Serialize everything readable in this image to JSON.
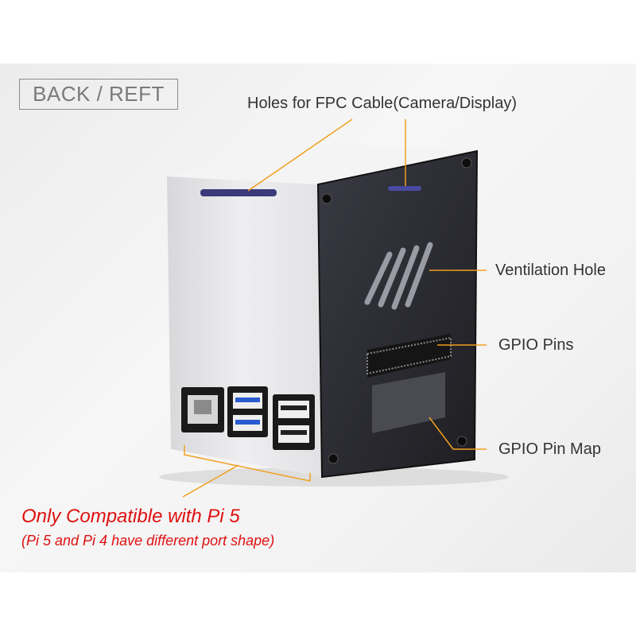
{
  "badge": "BACK / REFT",
  "labels": {
    "fpc_holes": "Holes for FPC Cable(Camera/Display)",
    "ventilation": "Ventilation Hole",
    "gpio_pins": "GPIO Pins",
    "gpio_pin_map": "GPIO Pin Map"
  },
  "notice": {
    "line1": "Only Compatible with Pi 5",
    "line2": "(Pi 5 and Pi 4 have different port shape)"
  },
  "colors": {
    "annotation_line": "#f0a020",
    "notice_text": "#e01010",
    "case_silver": "#e4e4e6",
    "acrylic_panel": "#2a2a30"
  }
}
